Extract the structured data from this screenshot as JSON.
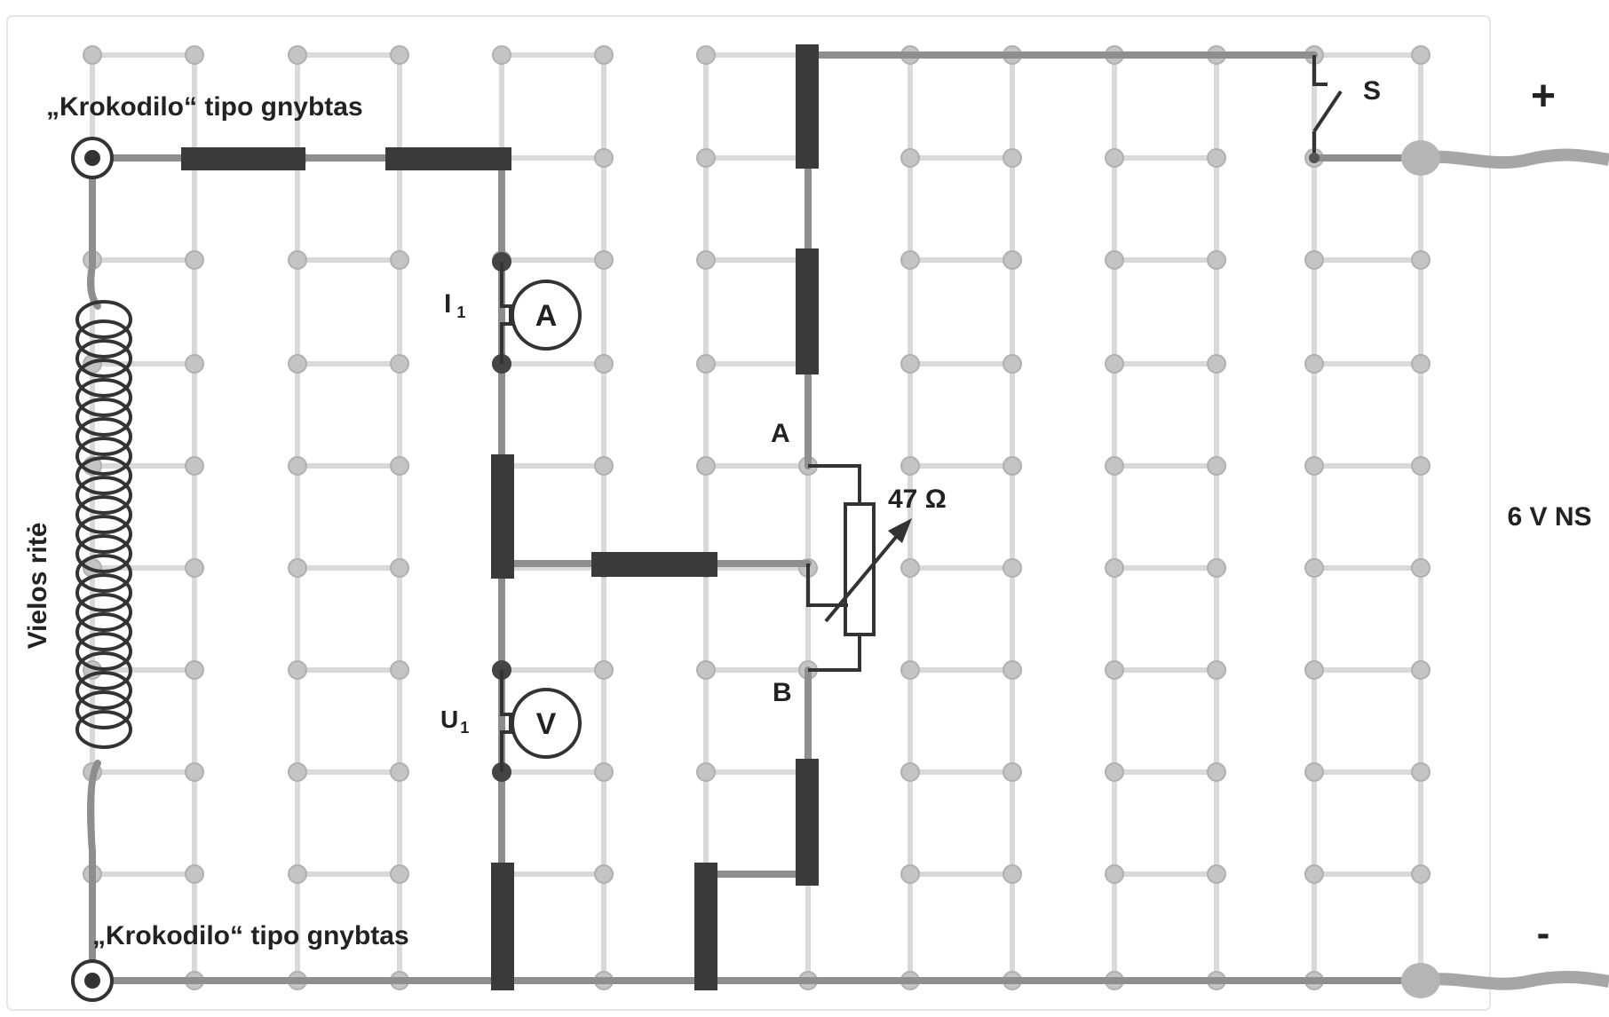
{
  "labels": {
    "clip_top": "„Krokodilo“ tipo gnybtas",
    "clip_bottom": "„Krokodilo“ tipo gnybtas",
    "coil": "Vielos ritė",
    "ammeter_tag": "I",
    "ammeter_sub": "1",
    "ammeter_symbol": "A",
    "voltmeter_tag": "U",
    "voltmeter_sub": "1",
    "voltmeter_symbol": "V",
    "point_a": "A",
    "point_b": "B",
    "resistor": "47 Ω",
    "switch": "S",
    "plus": "+",
    "minus": "-",
    "supply": "6 V NS"
  },
  "colors": {
    "board": "#ffffff",
    "grid": "#d9d9d9",
    "peg": "#c4c4c4",
    "wire": "#8e8e8e",
    "block": "#3a3a3a"
  },
  "icons": {
    "coil": "coil-icon",
    "ammeter": "ammeter-icon",
    "voltmeter": "voltmeter-icon",
    "rheostat": "variable-resistor-icon",
    "switch": "switch-icon",
    "clip": "crocodile-clip-icon"
  }
}
